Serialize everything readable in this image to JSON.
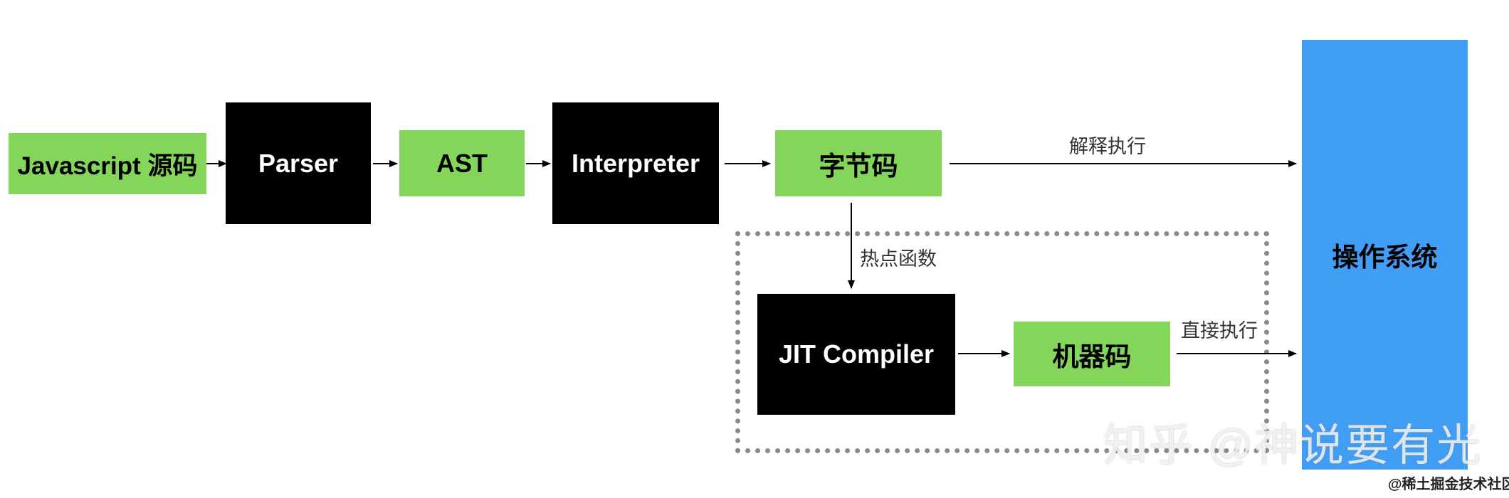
{
  "nodes": {
    "source": "Javascript 源码",
    "parser": "Parser",
    "ast": "AST",
    "interpreter": "Interpreter",
    "bytecode": "字节码",
    "jit_compiler": "JIT Compiler",
    "machine_code": "机器码",
    "os": "操作系统"
  },
  "edge_labels": {
    "interpret_execute": "解释执行",
    "hot_function": "热点函数",
    "direct_execute": "直接执行"
  },
  "watermark": "知乎 @神说要有光",
  "credit": "@稀土掘金技术社区",
  "colors": {
    "green": "#84d65a",
    "black": "#000000",
    "blue": "#419ef5",
    "dashed_border": "#8a8a8a"
  }
}
